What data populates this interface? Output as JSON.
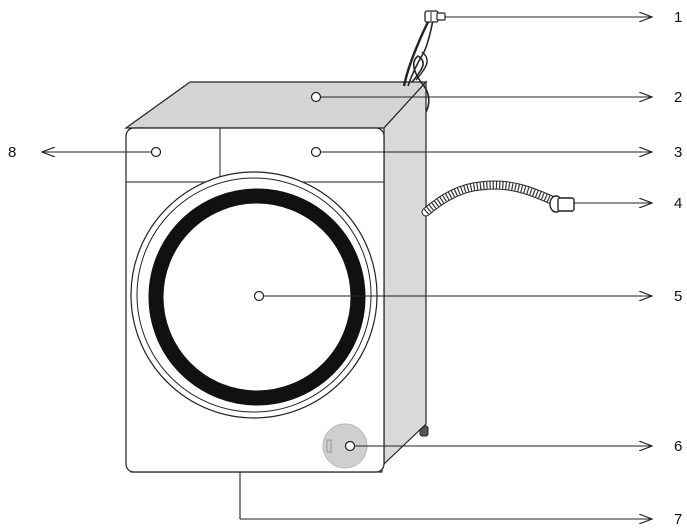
{
  "callouts": {
    "c1": "1",
    "c2": "2",
    "c3": "3",
    "c4": "4",
    "c5": "5",
    "c6": "6",
    "c7": "7",
    "c8": "8"
  },
  "colors": {
    "line": "#222222",
    "side_panel": "#d9d9d9",
    "top_panel": "#d4d4d4",
    "door_ring": "#111111",
    "filter_cover": "#cfcfcf",
    "background": "#ffffff"
  }
}
